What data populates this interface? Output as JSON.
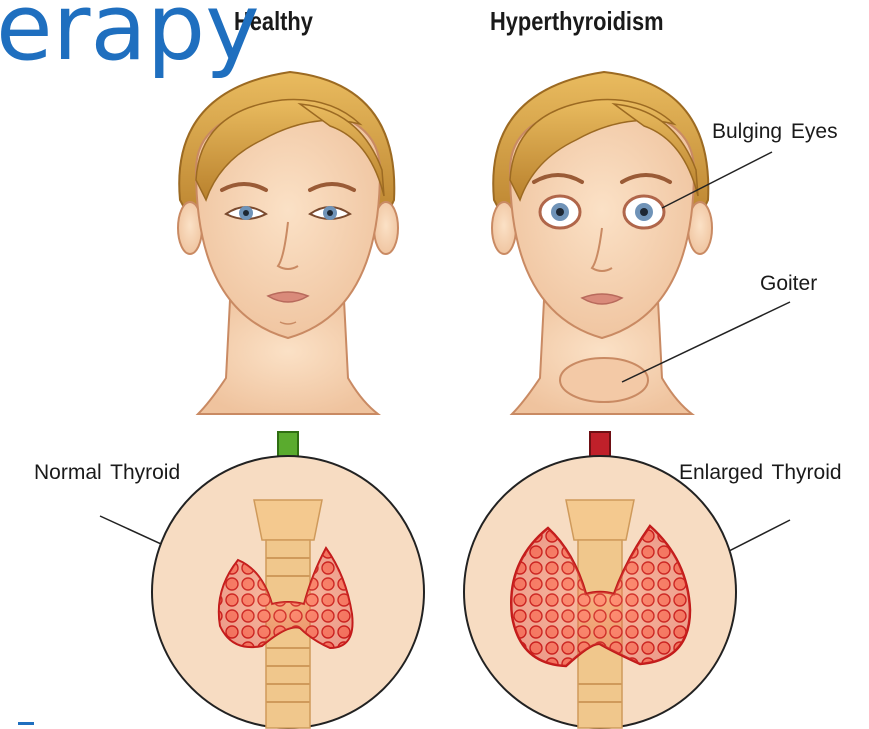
{
  "title_fragment": "erapy",
  "columns": {
    "healthy": {
      "heading": "Healthy",
      "thyroid_label": "Normal Thyroid",
      "arrow_color": "#5aab2e"
    },
    "hyper": {
      "heading": "Hyperthyroidism",
      "thyroid_label": "Enlarged Thyroid",
      "arrow_color": "#c0202a"
    }
  },
  "annotations": {
    "eyes": "Bulging Eyes",
    "goiter": "Goiter"
  },
  "colors": {
    "title": "#1f6fbf",
    "skin": "#f6d2b1",
    "skin_outline": "#c98a63",
    "hair": "#dba54a",
    "thyroid": "#e8302c",
    "circle_fill": "#f7dcc2"
  }
}
